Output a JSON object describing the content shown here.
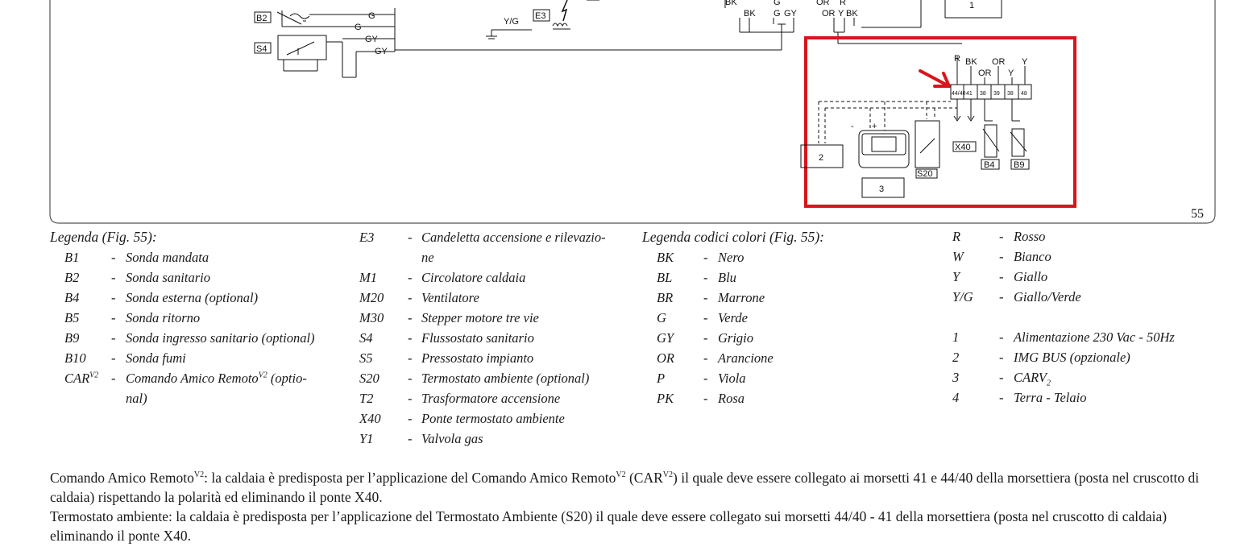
{
  "figure": {
    "number": "55",
    "wire_labels": {
      "g1": "G",
      "g2": "G",
      "gy1": "GY",
      "gy2": "GY",
      "yg": "Y/G",
      "bk_top_a": "BK",
      "bk_top_b": "BK",
      "g_top_a": "G",
      "g_top_b": "G",
      "gy_top": "GY",
      "or_top_a": "OR",
      "or_top_b": "OR",
      "r_top": "R",
      "y_top": "Y",
      "bk_top_c": "BK",
      "r_box": "R",
      "bk_box": "BK",
      "or_box1": "OR",
      "or_box2": "OR",
      "y_box1": "Y",
      "y_box2": "Y",
      "minus": "-",
      "plus": "+"
    },
    "components": {
      "b2": "B2",
      "s4": "S4",
      "e3": "E3",
      "ref1": "1",
      "ref2": "2",
      "ref3": "3",
      "x40": "X40",
      "s20": "S20",
      "b4": "B4",
      "b9": "B9"
    },
    "terminals": [
      "44/40",
      "41",
      "38",
      "39",
      "38",
      "48"
    ],
    "highlight_color": "#d8141c"
  },
  "legend_components": {
    "title": "Legenda (Fig. 55):",
    "dash": "-",
    "col1": [
      {
        "code": "B1",
        "desc": "Sonda mandata"
      },
      {
        "code": "B2",
        "desc": "Sonda sanitario"
      },
      {
        "code": "B4",
        "desc": "Sonda esterna (optional)"
      },
      {
        "code": "B5",
        "desc": "Sonda ritorno"
      },
      {
        "code": "B9",
        "desc": "Sonda ingresso sanitario (optional)"
      },
      {
        "code": "B10",
        "desc": "Sonda fumi"
      }
    ],
    "car": {
      "code": "CAR",
      "sup": "V2",
      "desc_a": "Comando Amico Remoto",
      "desc_sup": "V2",
      "desc_b": " (optio-",
      "desc_c": "nal)"
    },
    "col2": [
      {
        "code": "E3",
        "desc": "Candeletta accensione e rilevazio-",
        "cont": "ne"
      },
      {
        "code": "M1",
        "desc": "Circolatore caldaia"
      },
      {
        "code": "M20",
        "desc": "Ventilatore"
      },
      {
        "code": "M30",
        "desc": "Stepper motore tre vie"
      },
      {
        "code": "S4",
        "desc": "Flussostato sanitario"
      },
      {
        "code": "S5",
        "desc": "Pressostato impianto"
      },
      {
        "code": "S20",
        "desc": "Termostato ambiente (optional)"
      },
      {
        "code": "T2",
        "desc": "Trasformatore accensione"
      },
      {
        "code": "X40",
        "desc": "Ponte termostato ambiente"
      },
      {
        "code": "Y1",
        "desc": "Valvola gas"
      }
    ]
  },
  "legend_colors": {
    "title": "Legenda codici colori (Fig. 55):",
    "col1": [
      {
        "code": "BK",
        "desc": "Nero"
      },
      {
        "code": "BL",
        "desc": "Blu"
      },
      {
        "code": "BR",
        "desc": "Marrone"
      },
      {
        "code": "G",
        "desc": "Verde"
      },
      {
        "code": "GY",
        "desc": "Grigio"
      },
      {
        "code": "OR",
        "desc": "Arancione"
      },
      {
        "code": "P",
        "desc": "Viola"
      },
      {
        "code": "PK",
        "desc": "Rosa"
      }
    ],
    "col2": [
      {
        "code": "R",
        "desc": "Rosso"
      },
      {
        "code": "W",
        "desc": "Bianco"
      },
      {
        "code": "Y",
        "desc": "Giallo"
      },
      {
        "code": "Y/G",
        "desc": "Giallo/Verde"
      }
    ],
    "col3": [
      {
        "code": "1",
        "desc": "Alimentazione 230 Vac - 50Hz"
      },
      {
        "code": "2",
        "desc": "IMG BUS (opzionale)"
      },
      {
        "code": "3",
        "desc_a": "CARV",
        "desc_sub": "2"
      },
      {
        "code": "4",
        "desc": "Terra - Telaio"
      }
    ]
  },
  "notes": {
    "p1_a": "Comando Amico Remoto",
    "p1_sup1": "V2",
    "p1_b": ": la caldaia è predisposta per l’applicazione del Comando Amico Remoto",
    "p1_sup2": "V2",
    "p1_c": " (CAR",
    "p1_sup3": "V2",
    "p1_d": ") il quale deve essere collegato ai morsetti 41 e 44/40 della morsettiera (posta nel cruscotto di caldaia) rispettando la polarità ed eliminando il ponte X40.",
    "p2": "Termostato ambiente: la caldaia è predisposta per l’applicazione del Termostato Ambiente (S20) il quale deve essere collegato sui morsetti 44/40 - 41 della morsettiera (posta nel cruscotto di caldaia) eliminando il ponte X40."
  }
}
